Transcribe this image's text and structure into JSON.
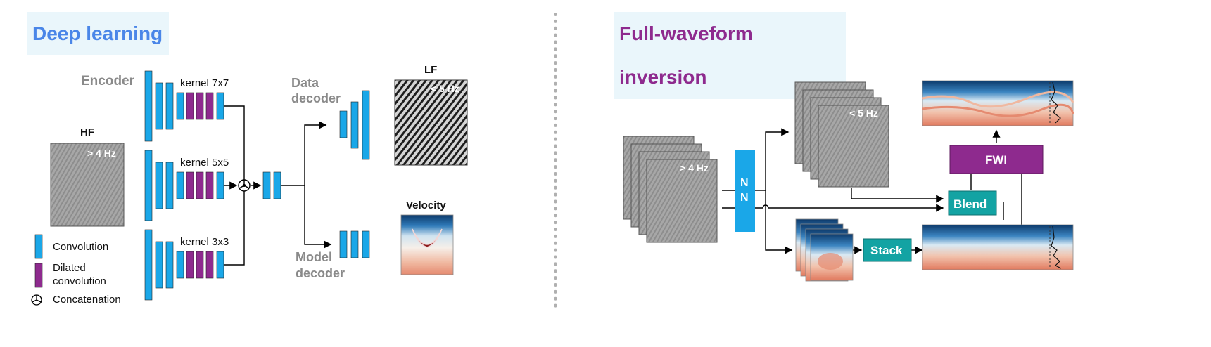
{
  "left": {
    "title": "Deep learning",
    "title_bg": "#eaf6fb",
    "title_color": "#4a86e8",
    "encoder_label": "Encoder",
    "kernels": [
      "kernel 7x7",
      "kernel 5x5",
      "kernel 3x3"
    ],
    "hf_title": "HF",
    "hf_badge": "> 4 Hz",
    "data_decoder_label": [
      "Data",
      "decoder"
    ],
    "model_decoder_label": [
      "Model",
      "decoder"
    ],
    "lf_title": "LF",
    "lf_badge": "< 5 Hz",
    "velocity_title": "Velocity",
    "legend": {
      "convolution": "Convolution",
      "dilated": [
        "Dilated",
        "convolution"
      ],
      "concatenation": "Concatenation"
    }
  },
  "right": {
    "title": "Full-waveform inversion",
    "title_bg": "#eaf6fb",
    "title_color": "#8e2a8e",
    "input_badge": "> 4 Hz",
    "output_badge": "< 5 Hz",
    "nn_label": [
      "N",
      "N"
    ],
    "stack_label": "Stack",
    "blend_label": "Blend",
    "fwi_label": "FWI"
  },
  "colors": {
    "conv": "#1aa7e8",
    "dilated": "#8e2a8e",
    "teal": "#13a3a3",
    "fwi": "#8e2a8e",
    "label_gray": "#8a8a8a",
    "divider": "#b0b0b0"
  }
}
